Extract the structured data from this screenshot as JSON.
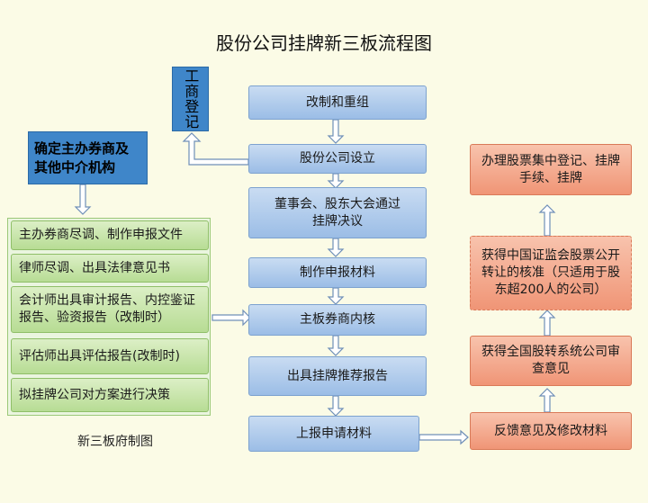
{
  "title": "股份公司挂牌新三板流程图",
  "caption": "新三板府制图",
  "main_flow": [
    "改制和重组",
    "股份公司设立",
    "董事会、股东大会通过挂牌决议",
    "制作申报材料",
    "主板券商内核",
    "出具挂牌推荐报告",
    "上报申请材料"
  ],
  "side_box": "工商登记",
  "header_box": "确定主办券商及其他中介机构",
  "left_steps": [
    "主办券商尽调、制作申报文件",
    "律师尽调、出具法律意见书",
    "会计师出具审计报告、内控鉴证报告、验资报告（改制时）",
    "评估师出具评估报告(改制时)",
    "拟挂牌公司对方案进行决策"
  ],
  "right_flow": [
    "办理股票集中登记、挂牌手续、挂牌",
    "获得中国证监会股票公开转让的核准（只适用于股东超200人的公司）",
    "获得全国股转系统公司审查意见",
    "反馈意见及修改材料"
  ],
  "colors": {
    "background": "#fbfbe6",
    "blue": "#9bbde6",
    "dark_blue": "#3f86c9",
    "green": "#b7dc94",
    "orange": "#f09576"
  }
}
